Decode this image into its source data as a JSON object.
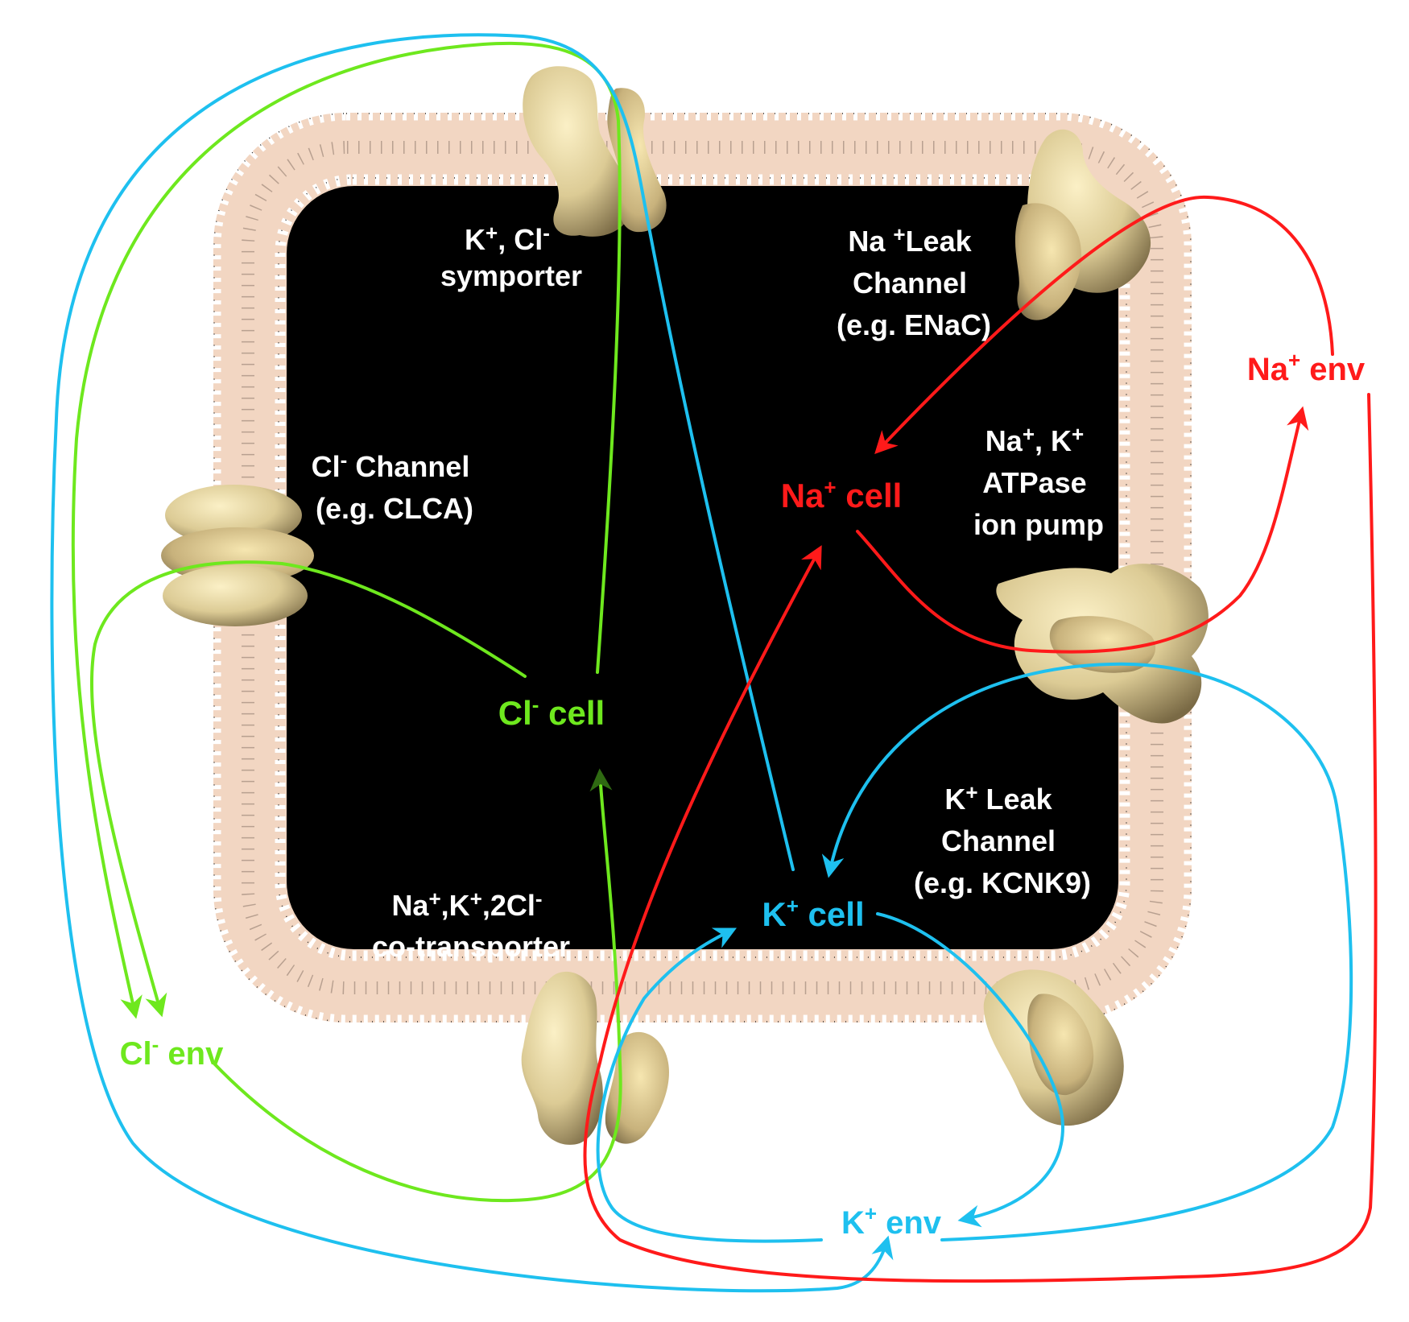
{
  "colors": {
    "sodium": "#ff1a1a",
    "potassium": "#1ec0ef",
    "chloride": "#6ee81e",
    "chloride_arrow_dark": "#2f6a12",
    "cytoplasm": "#1c1c1c",
    "membrane": "#f2d6c2",
    "protein": "#d9c692",
    "label_text": "#ffffff"
  },
  "icons": {
    "membrane": "lipid-bilayer",
    "proteins": [
      "kcl-symporter-protein",
      "enac-channel-protein",
      "clca-channel-protein",
      "na-k-atpase-protein",
      "nkcc-cotransporter-protein",
      "kcnk9-channel-protein"
    ]
  },
  "transporters": {
    "kcl_symporter": {
      "line1_base": "K",
      "line1_sup": "+",
      "line1_rest": ", Cl",
      "line1_sup2": "-",
      "line2": "symporter"
    },
    "na_leak": {
      "line1_base": "Na ",
      "line1_sup": "+",
      "line1_rest": "Leak",
      "line2": "Channel",
      "line3": "(e.g. ENaC)"
    },
    "cl_channel": {
      "line1_base": "Cl",
      "line1_sup": "-",
      "line1_rest": " Channel",
      "line2": "(e.g. CLCA)"
    },
    "atpase": {
      "line1_base": "Na",
      "line1_sup": "+",
      "line1_rest": ", K",
      "line1_sup2": "+",
      "line2": "ATPase",
      "line3": "ion pump"
    },
    "k_leak": {
      "line1_base": "K",
      "line1_sup": "+",
      "line1_rest": " Leak",
      "line2": "Channel",
      "line3": "(e.g. KCNK9)"
    },
    "nkcc": {
      "line1_base": "Na",
      "line1_sup": "+",
      "line1_mid": ",K",
      "line1_sup2": "+",
      "line1_end": ",2Cl",
      "line1_sup3": "-",
      "line2": "co-transporter"
    }
  },
  "ions": {
    "na_cell": {
      "base": "Na",
      "sup": "+",
      "rest": " cell"
    },
    "k_cell": {
      "base": "K",
      "sup": "+",
      "rest": " cell"
    },
    "cl_cell": {
      "base": "Cl",
      "sup": "-",
      "rest": " cell"
    },
    "na_env": {
      "base": "Na",
      "sup": "+",
      "rest": " env"
    },
    "k_env": {
      "base": "K",
      "sup": "+",
      "rest": " env"
    },
    "cl_env": {
      "base": "Cl",
      "sup": "-",
      "rest": " env"
    }
  }
}
